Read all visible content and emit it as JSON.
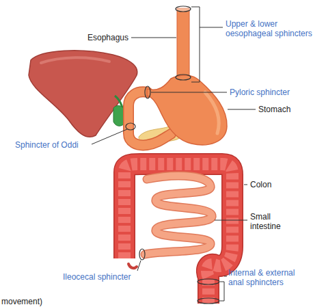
{
  "diagram": {
    "labels": [
      "Esophagus",
      "Upper & lower oesophageal sphincters",
      "Stomach",
      "Pyloric sphincter",
      "Sphincter of Oddi",
      "Colon",
      "Small intestine",
      "Ileocecal sphincter",
      "Internal & external anal sphincters",
      "movement)"
    ]
  }
}
